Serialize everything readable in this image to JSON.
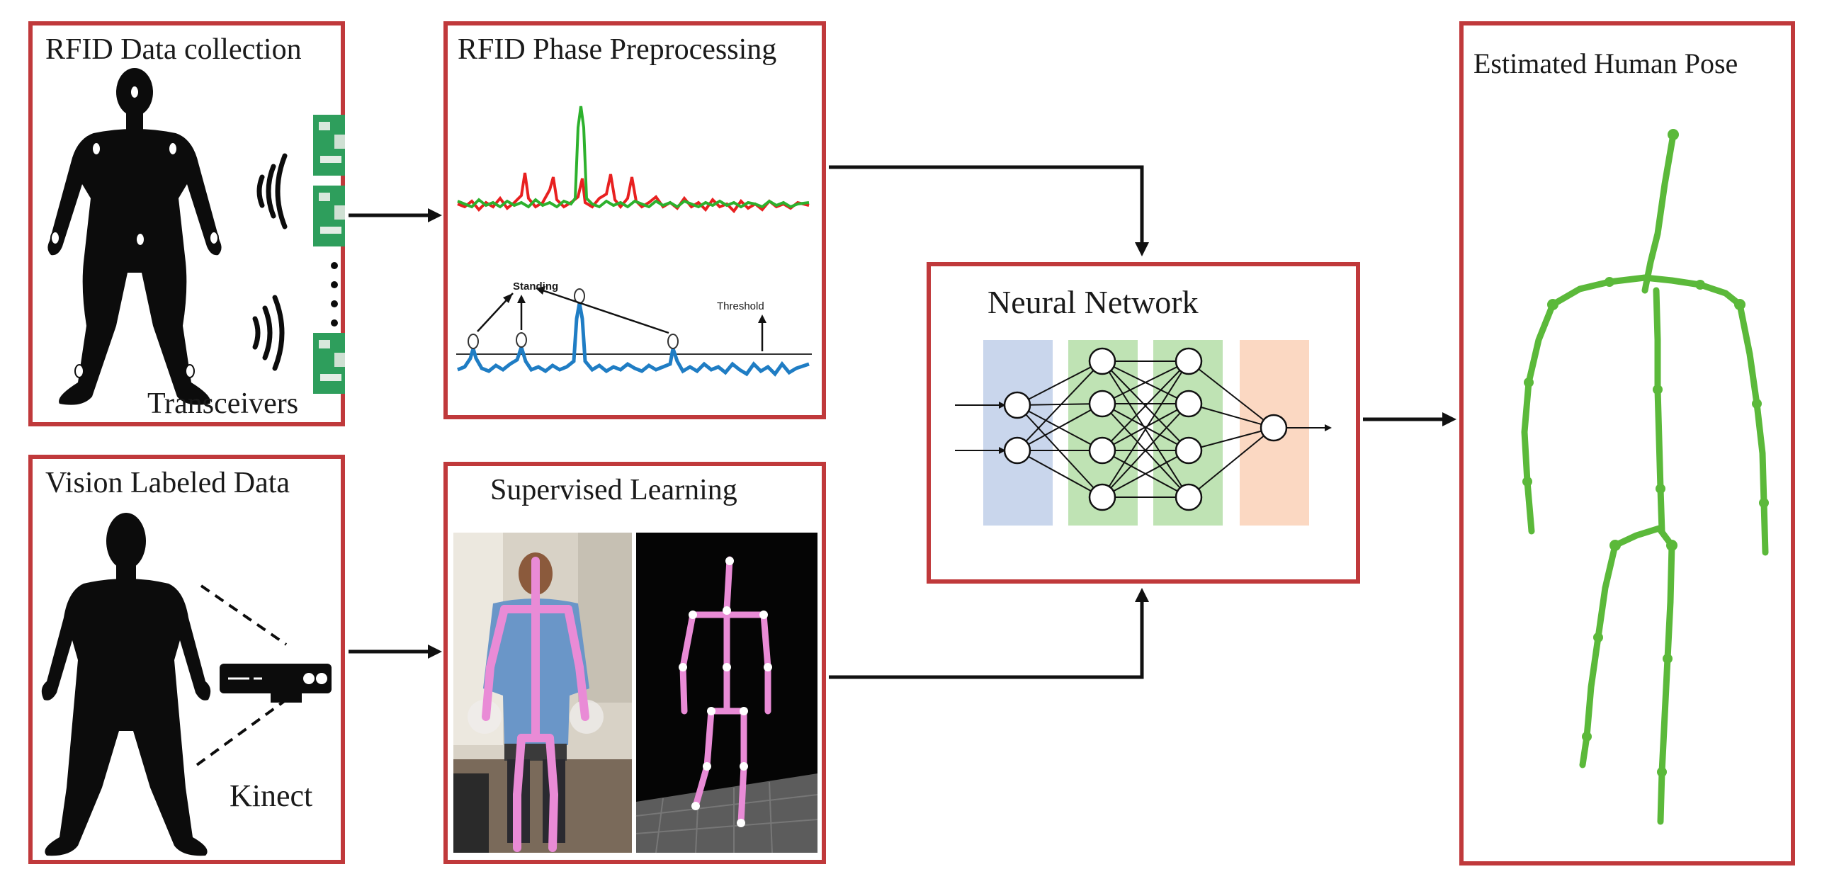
{
  "panels": {
    "rfid_collection": {
      "title": "RFID Data collection",
      "transceivers_label": "Transceivers"
    },
    "rfid_preprocessing": {
      "title": "RFID Phase Preprocessing",
      "standing_label": "Standing",
      "threshold_label": "Threshold"
    },
    "vision_labeled": {
      "title": "Vision Labeled Data",
      "kinect_label": "Kinect"
    },
    "supervised_learning": {
      "title": "Supervised Learning"
    },
    "neural_network": {
      "title": "Neural Network"
    },
    "estimated_pose": {
      "title": "Estimated Human Pose"
    }
  },
  "colors": {
    "panel_border": "#c0393b",
    "signal_red": "#e82020",
    "signal_green": "#2db12d",
    "signal_blue": "#1f7dc4",
    "nn_input": "#c9d6ec",
    "nn_hidden": "#bfe3b4",
    "nn_output": "#fbd8c2",
    "skeleton_green": "#5bb93a",
    "overlay_pink": "#e98bd6"
  },
  "icons": [
    "human-silhouette-icon",
    "rfid-tag-icon",
    "wireless-signal-icon",
    "transceiver-board-icon",
    "kinect-sensor-icon",
    "arrow-icon"
  ]
}
